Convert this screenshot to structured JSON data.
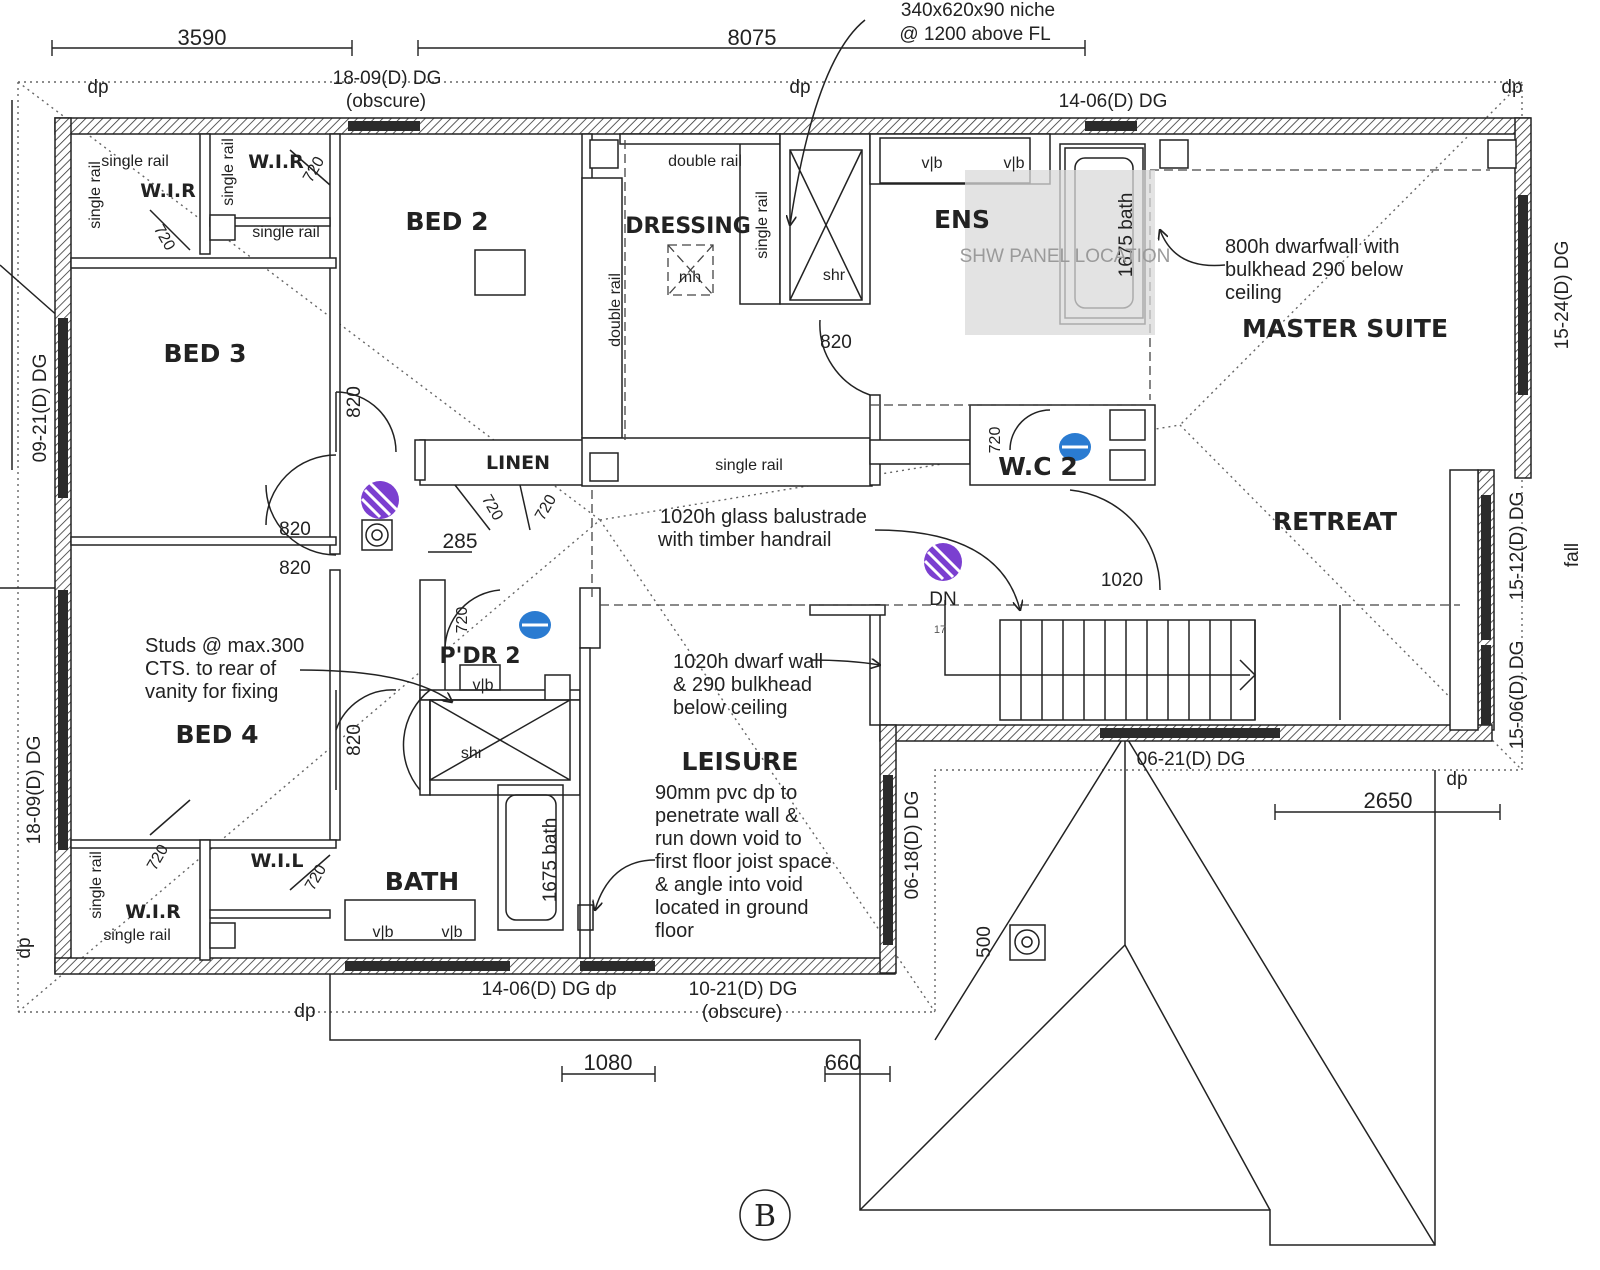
{
  "dimensions": {
    "top_left": "3590",
    "top_right": "8075",
    "right_bottom": "2650",
    "bottom_1": "1080",
    "bottom_2": "660",
    "void_500": "500",
    "door_285": "285"
  },
  "rooms": {
    "bed2": "BED 2",
    "bed3": "BED 3",
    "bed4": "BED 4",
    "dressing": "DRESSING",
    "ens": "ENS",
    "master_suite": "MASTER SUITE",
    "retreat": "RETREAT",
    "linen": "LINEN",
    "wc2": "W.C 2",
    "pdr2": "P'DR 2",
    "leisure": "LEISURE",
    "bath": "BATH",
    "wir_top_left": "W.I.R",
    "wir_top_mid": "W.I.R",
    "wir_bottom": "W.I.R",
    "wil": "W.I.L"
  },
  "windows": {
    "top_obscure": "18-09(D) DG",
    "top_obscure_sub": "(obscure)",
    "top_right": "14-06(D) DG",
    "left_upper": "09-21(D) DG",
    "left_lower": "18-09(D) DG",
    "right_upper": "15-24(D) DG",
    "right_mid": "15-12(D) DG",
    "right_lower": "15-06(D) DG",
    "bottom_bath": "14-06(D) DG",
    "bottom_leisure": "10-21(D) DG",
    "bottom_leisure_sub": "(obscure)",
    "retreat_bottom": "06-21(D) DG",
    "leisure_right": "06-18(D) DG"
  },
  "downpipes": {
    "label": "dp"
  },
  "fixtures": {
    "single_rail": "single rail",
    "double_rail": "double rail",
    "vb": "v|b",
    "shr": "shr",
    "bath_1675": "1675 bath",
    "mh": "mh",
    "dn": "DN",
    "fall": "fall",
    "stair_count": "17",
    "shw_panel": "SHW PANEL LOCATION"
  },
  "doors": {
    "d720": "720",
    "d820": "820",
    "d1020": "1020"
  },
  "notes": {
    "niche_line1": "340x620x90 niche",
    "niche_line2": "@ 1200 above FL",
    "dwarfwall_line1": "800h dwarfwall with",
    "dwarfwall_line2": "bulkhead 290 below",
    "dwarfwall_line3": "ceiling",
    "balustrade_line1": "1020h glass balustrade",
    "balustrade_line2": "with timber handrail",
    "dwarf1020_line1": "1020h dwarf wall",
    "dwarf1020_line2": "& 290 bulkhead",
    "dwarf1020_line3": "below ceiling",
    "studs_line1": "Studs @ max.300",
    "studs_line2": "CTS. to rear of",
    "studs_line3": "vanity for fixing",
    "pvc_line1": "90mm pvc dp to",
    "pvc_line2": "penetrate wall &",
    "pvc_line3": "run down void to",
    "pvc_line4": "first floor joist space",
    "pvc_line5": "& angle into void",
    "pvc_line6": "located in ground",
    "pvc_line7": "floor"
  },
  "section_marker": "B"
}
